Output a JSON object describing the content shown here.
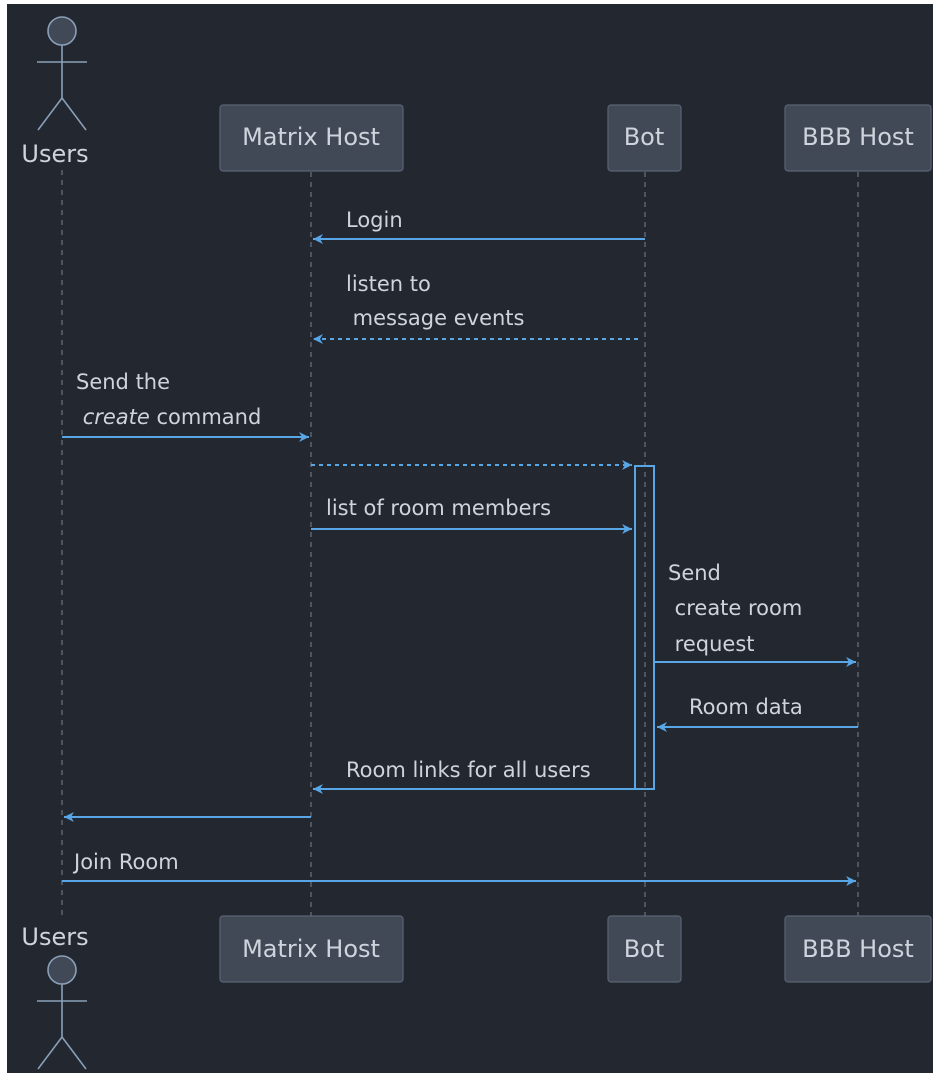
{
  "participants": {
    "users": "Users",
    "matrix": "Matrix Host",
    "bot": "Bot",
    "bbb": "BBB Host"
  },
  "messages": {
    "login": "Login",
    "listen_line1": "listen to",
    "listen_line2": " message events",
    "send_line1": "Send the",
    "send_italic": "create",
    "send_rest": " command",
    "room_members": "list of room members",
    "create_line1": "Send",
    "create_line2": " create room",
    "create_line3": " request",
    "room_data": "Room data",
    "room_links": "Room links for all users",
    "join_room": "Join Room"
  },
  "colors": {
    "background": "#232730",
    "arrow": "#58a6e6",
    "box_fill": "#414856",
    "text": "#cfd4dc"
  }
}
